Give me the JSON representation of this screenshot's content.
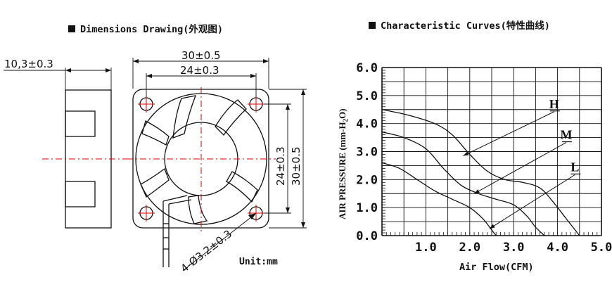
{
  "drawing": {
    "title": "Dimensions Drawing(外观图)",
    "thickness_label": "10,3±0.3",
    "outer_label": "30±0.5",
    "hole_spacing_label": "24±0.3",
    "side_hole_label": "24±0.3",
    "side_outer_label": "30±0.5",
    "hole_label": "4-Ø3.2±0.3",
    "unit_label": "Unit:mm"
  },
  "chart_title": "Characteristic Curves(特性曲线)",
  "chart_data": {
    "type": "line",
    "title": "Characteristic Curves(特性曲线)",
    "xlabel": "Air Flow(CFM)",
    "ylabel": "AIR PRESSURE (mm-H2O)",
    "xlim": [
      0,
      5.0
    ],
    "ylim": [
      0,
      6.0
    ],
    "x_ticks": [
      "1.0",
      "2.0",
      "3.0",
      "4.0",
      "5.0"
    ],
    "y_ticks": [
      "0.0",
      "1.0",
      "2.0",
      "3.0",
      "4.0",
      "5.0",
      "6.0"
    ],
    "grid": true,
    "series": [
      {
        "name": "H",
        "x": [
          0.0,
          0.6,
          1.2,
          1.6,
          2.0,
          2.4,
          2.8,
          3.2,
          3.6,
          3.9,
          4.2,
          4.4,
          4.5
        ],
        "y": [
          4.5,
          4.3,
          4.0,
          3.6,
          2.9,
          2.3,
          2.0,
          1.9,
          1.7,
          1.2,
          0.6,
          0.2,
          0.0
        ]
      },
      {
        "name": "M",
        "x": [
          0.0,
          0.5,
          1.0,
          1.4,
          1.8,
          2.2,
          2.6,
          3.0,
          3.3,
          3.5,
          3.7
        ],
        "y": [
          3.7,
          3.5,
          3.1,
          2.4,
          1.8,
          1.5,
          1.3,
          1.1,
          0.7,
          0.3,
          0.0
        ]
      },
      {
        "name": "L",
        "x": [
          0.0,
          0.4,
          0.8,
          1.2,
          1.6,
          2.0,
          2.3,
          2.5,
          2.6
        ],
        "y": [
          2.6,
          2.4,
          2.0,
          1.6,
          1.3,
          1.0,
          0.6,
          0.2,
          0.0
        ]
      }
    ]
  }
}
